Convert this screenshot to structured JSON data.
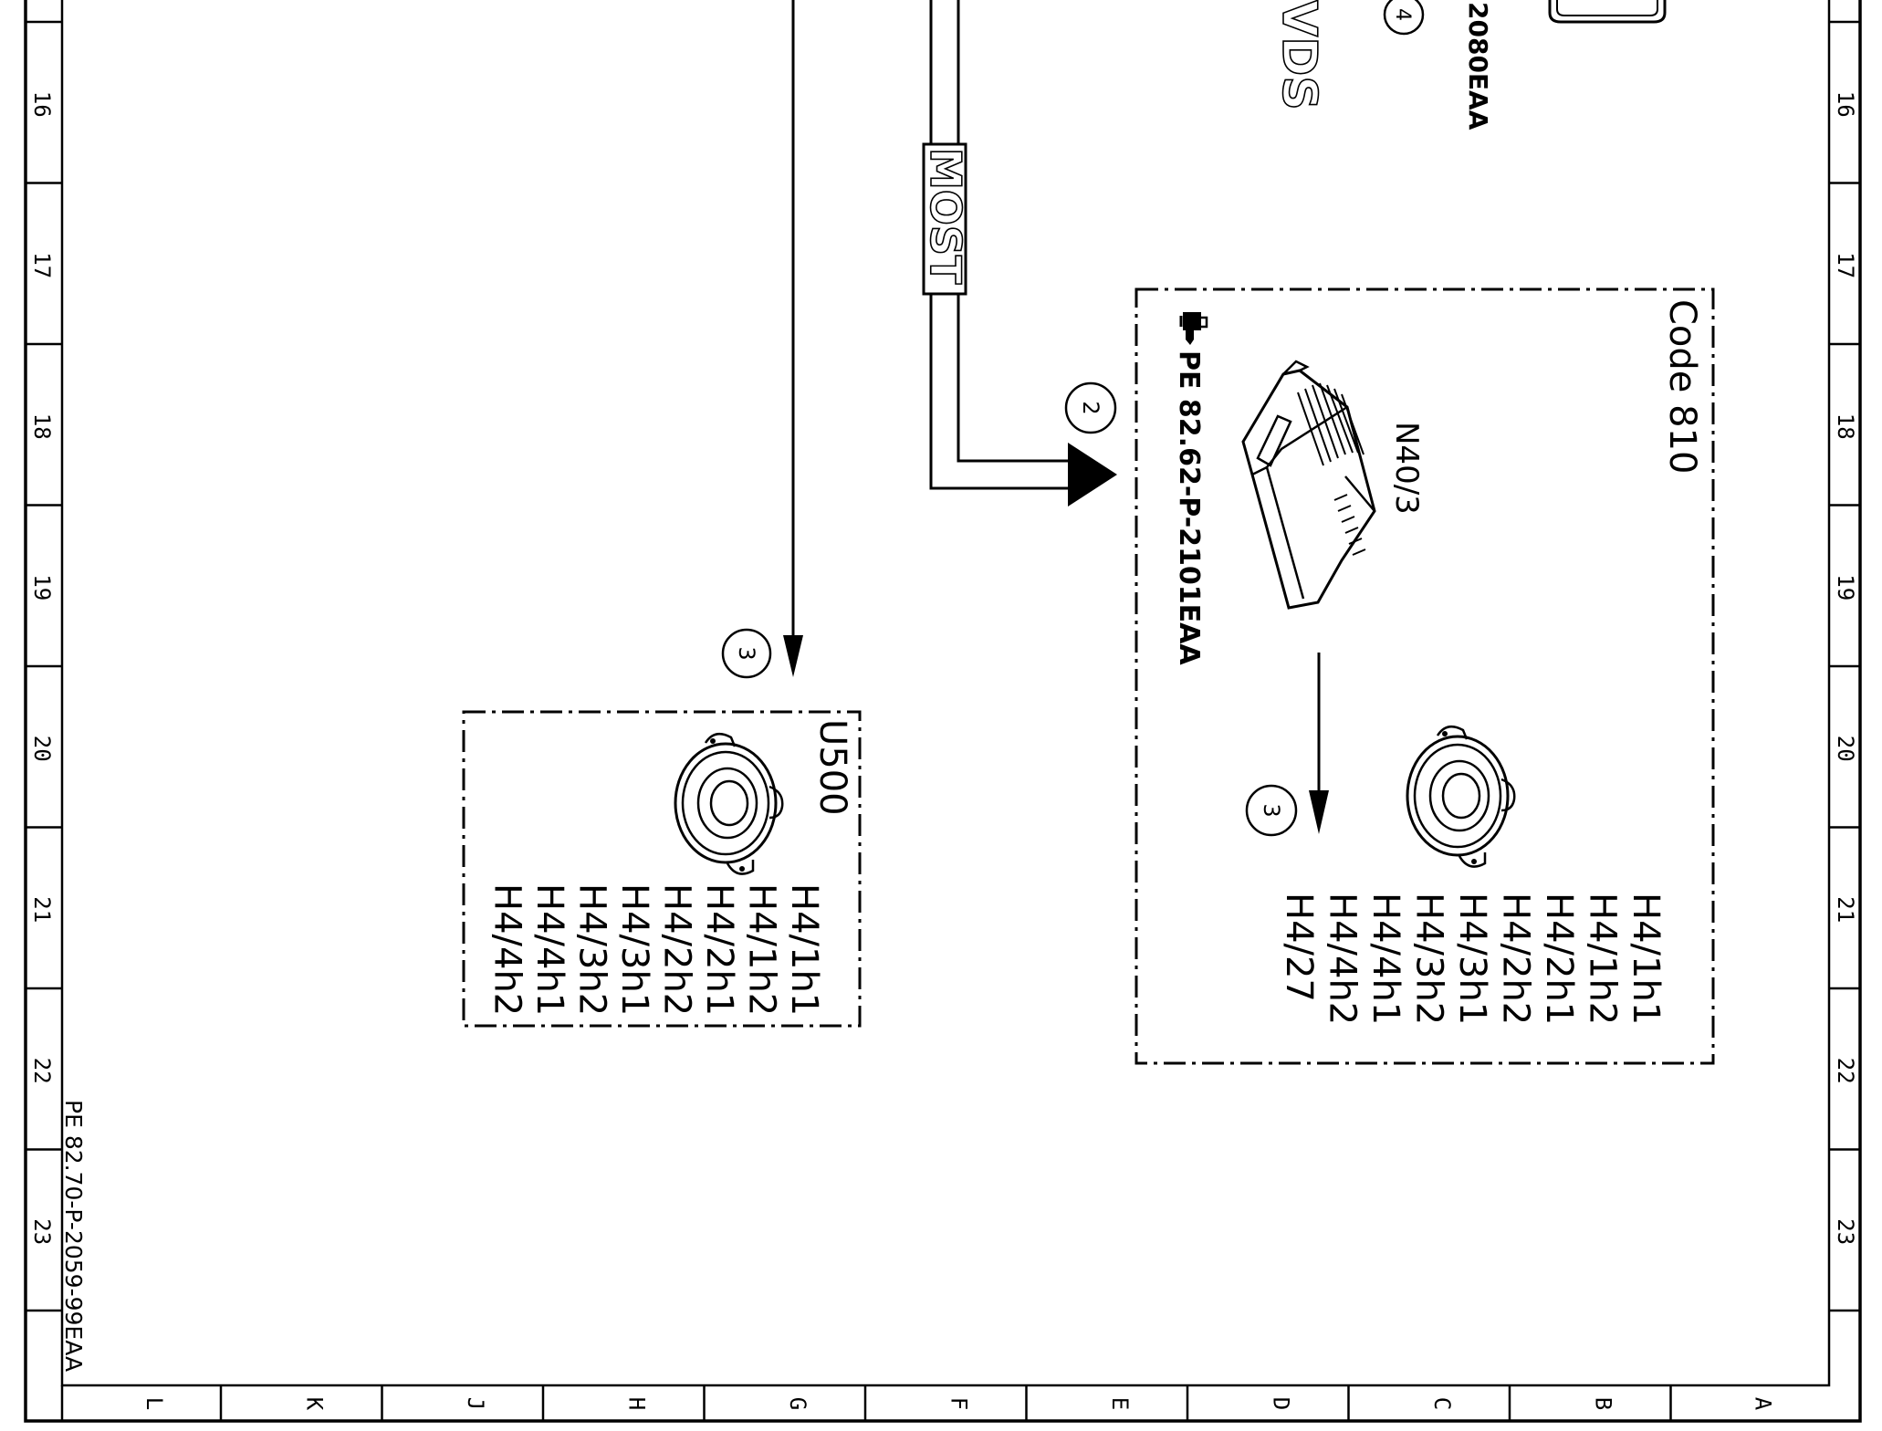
{
  "border": {
    "row_numbers": [
      "16",
      "17",
      "18",
      "19",
      "20",
      "21",
      "22",
      "23"
    ],
    "column_letters": [
      "L",
      "K",
      "J",
      "H",
      "G",
      "F",
      "E",
      "D",
      "C",
      "B",
      "A"
    ]
  },
  "sheet_reference": "PE 82.70-P-2059-99EAA",
  "top_partial": {
    "doc_ref": "2080EAA",
    "lvds": "VDS",
    "callout": "4"
  },
  "bus": {
    "label": "MOST",
    "callout_to_module": "2",
    "callout_to_u500": "3"
  },
  "code_810_box": {
    "title": "Code 810",
    "component": "N40/3",
    "reference": "PE 82.62-P-2101EAA",
    "callout": "3",
    "speakers": [
      "H4/1h1",
      "H4/1h2",
      "H4/2h1",
      "H4/2h2",
      "H4/3h1",
      "H4/3h2",
      "H4/4h1",
      "H4/4h2",
      "H4/27"
    ]
  },
  "u500_box": {
    "title": "U500",
    "speakers": [
      "H4/1h1",
      "H4/1h2",
      "H4/2h1",
      "H4/2h2",
      "H4/3h1",
      "H4/3h2",
      "H4/4h1",
      "H4/4h2"
    ]
  },
  "icons": {
    "pointing_hand": "pointing-hand-icon",
    "amplifier": "amplifier-module-icon",
    "speaker": "loudspeaker-icon"
  }
}
